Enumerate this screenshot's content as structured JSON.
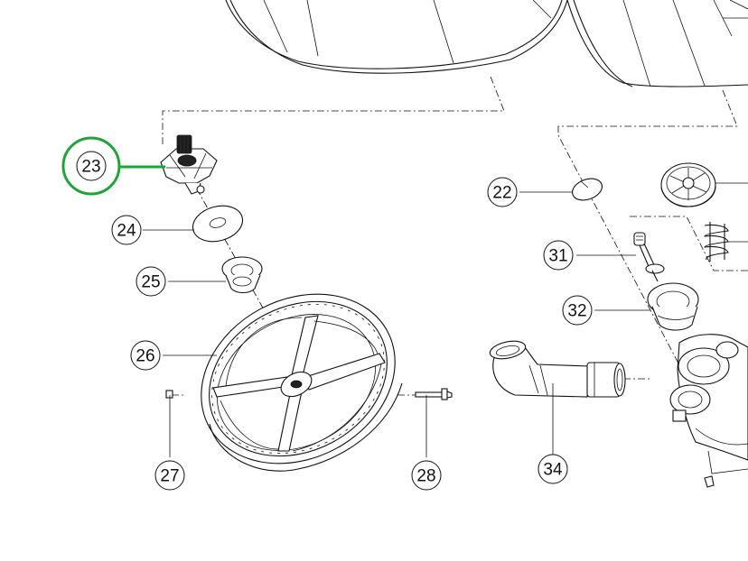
{
  "diagram": {
    "highlight_color": "#1fa33a",
    "callouts": [
      {
        "id": "23",
        "label": "23",
        "highlighted": true
      },
      {
        "id": "24",
        "label": "24"
      },
      {
        "id": "25",
        "label": "25"
      },
      {
        "id": "26",
        "label": "26"
      },
      {
        "id": "27",
        "label": "27"
      },
      {
        "id": "28",
        "label": "28"
      },
      {
        "id": "22",
        "label": "22"
      },
      {
        "id": "31",
        "label": "31"
      },
      {
        "id": "32",
        "label": "32"
      },
      {
        "id": "34",
        "label": "34"
      }
    ]
  }
}
